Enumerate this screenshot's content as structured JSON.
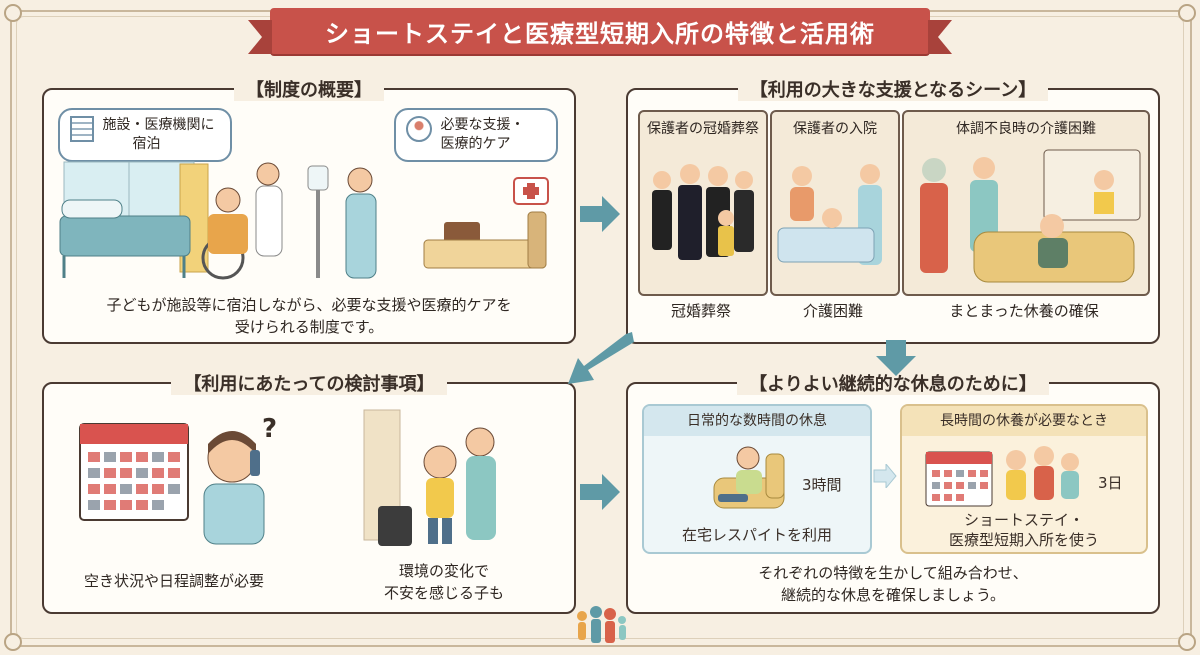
{
  "title": "ショートステイと医療型短期入所の特徴と活用術",
  "overview": {
    "heading": "【制度の概要】",
    "bubble_left": [
      "施設・医療機関に",
      "宿泊"
    ],
    "bubble_right": [
      "必要な支援・",
      "医療的ケア"
    ],
    "description": [
      "子どもが施設等に宿泊しながら、必要な支援や医療的ケアを",
      "受けられる制度です。"
    ]
  },
  "scenes": {
    "heading": "【利用の大きな支援となるシーン】",
    "items": [
      {
        "title": "保護者の冠婚葬祭",
        "label": "冠婚葬祭"
      },
      {
        "title": "保護者の入院",
        "label": "介護困難"
      },
      {
        "title": "体調不良時の介護困難",
        "label": "まとまった休養の確保"
      }
    ]
  },
  "considerations": {
    "heading": "【利用にあたっての検討事項】",
    "items": [
      {
        "label": [
          "空き状況や日程調整が必要"
        ]
      },
      {
        "label": [
          "環境の変化で",
          "不安を感じる子も"
        ]
      }
    ],
    "question_mark": "?"
  },
  "rest": {
    "heading": "【よりよい継続的な休息のために】",
    "short": {
      "title": "日常的な数時間の休息",
      "duration": "3時間",
      "label": "在宅レスパイトを利用"
    },
    "long": {
      "title": "長時間の休養が必要なとき",
      "duration": "3日",
      "label": [
        "ショートステイ・",
        "医療型短期入所を使う"
      ]
    },
    "summary": [
      "それぞれの特徴を生かして組み合わせ、",
      "継続的な休息を確保しましょう。"
    ]
  },
  "colors": {
    "banner": "#c8524a",
    "arrow": "#5f9aa6",
    "panel_border": "#4a3a32",
    "calendar_red": "#d9534f"
  }
}
